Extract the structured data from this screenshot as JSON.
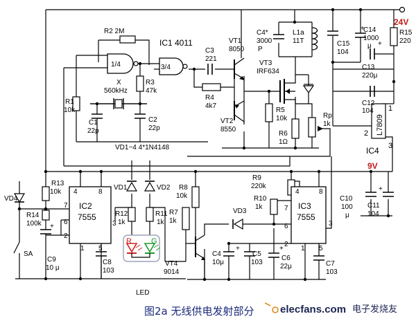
{
  "caption": "图2a  无线供电发射部分",
  "watermark": {
    "brand": "elecfans.com",
    "chinese": "电子发烧友"
  },
  "rails": {
    "v24": "24V",
    "v9": "9V"
  },
  "ic1": {
    "name": "IC1  4011",
    "gate1": "1/4",
    "gate2": "3/4"
  },
  "ic2": {
    "ref": "IC2",
    "part": "7555",
    "pins": [
      "4",
      "8",
      "7",
      "6",
      "2",
      "1",
      "5",
      "3"
    ]
  },
  "ic3": {
    "ref": "IC3",
    "part": "7555",
    "pins": [
      "4",
      "8",
      "7",
      "6",
      "2",
      "1",
      "5",
      "3"
    ]
  },
  "ic4": {
    "ref": "IC4",
    "part": "L7809",
    "pins": [
      "1",
      "2",
      "3"
    ]
  },
  "labels": {
    "r2": "R2  2M",
    "r1": "R1",
    "r1v": "10k",
    "x": "X",
    "xv": "560kHz",
    "r3": "R3",
    "r3v": "47k",
    "c1": "C1",
    "c1v": "22p",
    "c2": "C2",
    "c2v": "22p",
    "c3": "C3",
    "c3v": "221",
    "r4": "R4",
    "r4v": "4k7",
    "vt1": "VT1",
    "vt1v": "8050",
    "vt2": "VT2",
    "vt2v": "8550",
    "vt3": "VT3",
    "vt3v": "IRF634",
    "c4s": "C4*",
    "c4sv": "3000",
    "c4su": "P",
    "l1a": "L1a",
    "l1av": "11T",
    "c15": "C15",
    "c15v": "104",
    "c14": "C14",
    "c14v": "1000",
    "c14u": "μ",
    "r15": "R15",
    "r15v": "220",
    "c13": "C13",
    "c13v": "220μ",
    "c12": "C12",
    "c12v": "104",
    "r5": "R5",
    "r5v": "10k",
    "r6": "R6",
    "r6v": "1Ω",
    "rp": "Rp",
    "rpv": "1k",
    "vd14": "VD1~4  4*1N4148",
    "r13": "R13",
    "r13v": "10k",
    "vd4": "VD4",
    "r14": "R14",
    "r14v": "100k",
    "sa": "SA",
    "c9": "C9",
    "c9v": "10 μ",
    "c8": "C8",
    "c8v": "103",
    "vd1": "VD1",
    "vd2": "VD2",
    "r12": "R12",
    "r12v": "1k",
    "r11": "R11",
    "r11v": "1k",
    "led_r": "R",
    "led_g": "G",
    "led": "LED",
    "r8": "R8",
    "r8v": "10k",
    "r7": "R7",
    "r7v": "1k",
    "r9": "R9",
    "r9v": "220k",
    "r10": "R10",
    "r10v": "1k",
    "vd3": "VD3",
    "vt4": "VT4",
    "vt4v": "9014",
    "c4": "C4",
    "c4v": "10μ",
    "c5": "C5",
    "c5v": "103",
    "c6": "C6",
    "c6v": "22μ",
    "c7": "C7",
    "c7v": "103",
    "c10": "C10",
    "c10v": "100",
    "c10u": "μ",
    "c11": "C11",
    "c11v": "104"
  }
}
